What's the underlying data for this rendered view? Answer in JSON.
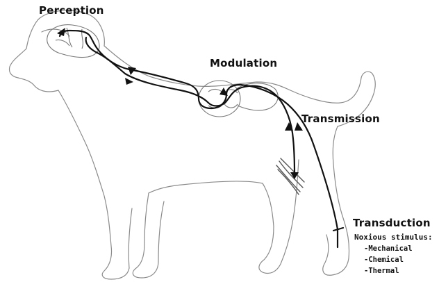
{
  "labels": {
    "perception": "Perception",
    "modulation": "Modulation",
    "transmission": "Transmission",
    "transduction": "Transduction",
    "noxious_heading": "Noxious stimulus:"
  },
  "noxious_stimuli": [
    "-Mechanical",
    "-Chemical",
    "-Thermal"
  ]
}
